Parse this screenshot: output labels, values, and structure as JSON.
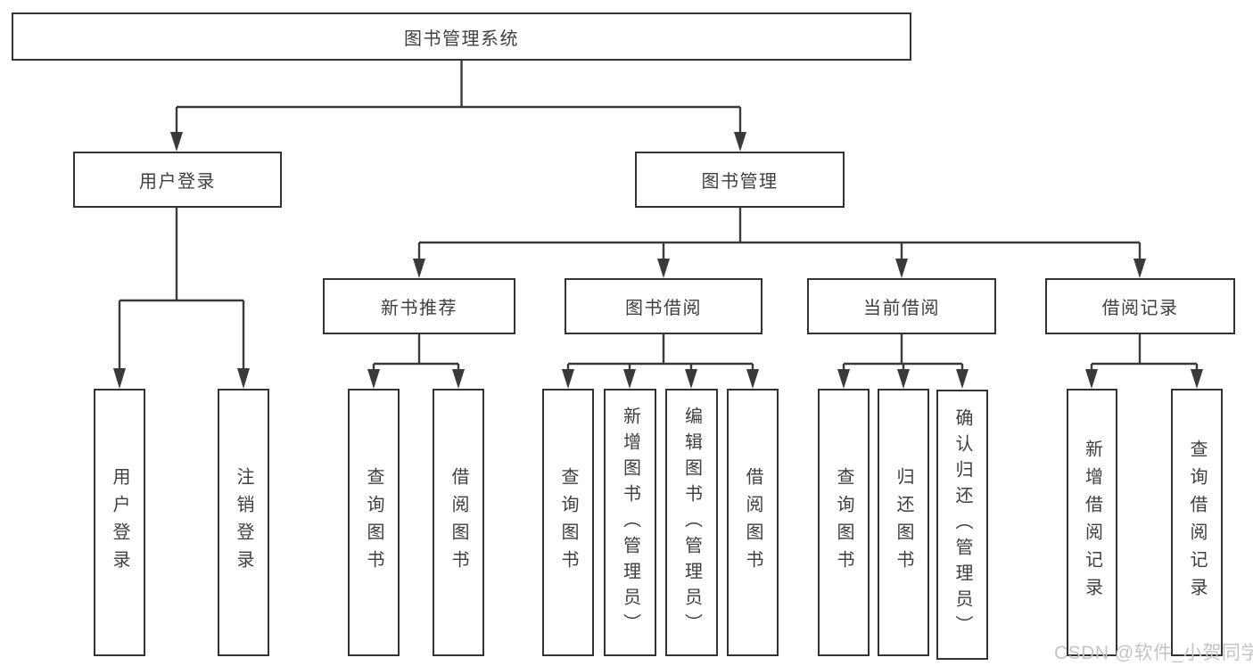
{
  "diagram": {
    "type": "hierarchy-tree",
    "colors": {
      "line": "#3a3a3a",
      "box_border": "#333333",
      "box_fill": "#ffffff",
      "text": "#3f3f3f",
      "background": "#ffffff",
      "watermark": "#c0c5c9"
    },
    "nodes": {
      "root": "图书管理系统",
      "user_login": {
        "label": "用户登录",
        "children": [
          "用户登录",
          "注销登录"
        ]
      },
      "book_mgmt": {
        "label": "图书管理"
      },
      "new_books": {
        "label": "新书推荐",
        "children": [
          "查询图书",
          "借阅图书"
        ]
      },
      "borrowing": {
        "label": "图书借阅",
        "children": [
          "查询图书",
          "新增图书（管理员）",
          "编辑图书（管理员）",
          "借阅图书"
        ]
      },
      "current": {
        "label": "当前借阅",
        "children": [
          "查询图书",
          "归还图书",
          "确认归还（管理员）"
        ]
      },
      "records": {
        "label": "借阅记录",
        "children": [
          "新增借阅记录",
          "查询借阅记录"
        ]
      }
    },
    "watermark": "CSDN @软件_小贺同学"
  }
}
